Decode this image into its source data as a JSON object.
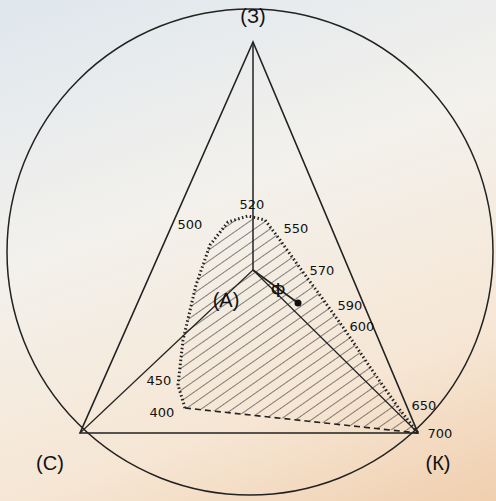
{
  "diagram": {
    "labels": [
      "(З)",
      "520",
      "500",
      "550",
      "570",
      "(А)",
      "Ф",
      "590",
      "600",
      "450",
      "650",
      "400",
      "700",
      "(С)",
      "(К)"
    ]
  }
}
